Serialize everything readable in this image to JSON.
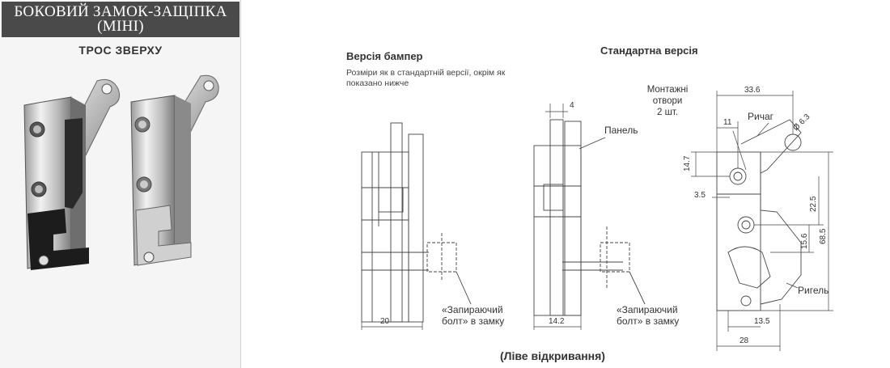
{
  "product": {
    "title_line1": "БОКОВИЙ ЗАМОК-ЗАЩІПКА",
    "title_line2": "(МІНІ)",
    "subtitle": "ТРОС ЗВЕРХУ"
  },
  "drawing": {
    "bumper_heading": "Версія бампер",
    "bumper_note": "Розміри як в стандартній версії, окрім як показано нижче",
    "standard_heading": "Стандартна версія",
    "bolt_caption_line1": "«Запираючий",
    "bolt_caption_line2": "болт» в замку",
    "footer": "(Ліве відкривання)",
    "labels": {
      "panel": "Панель",
      "mount_line1": "Монтажні",
      "mount_line2": "отвори",
      "mount_line3": "2 шт.",
      "lever": "Ричаг",
      "latch": "Ригель"
    },
    "dimensions": {
      "d20": "20",
      "d14_2": "14.2",
      "d4": "4",
      "d33_6": "33.6",
      "d11": "11",
      "d6_3": "Ø 6.3",
      "d14_7": "14.7",
      "d3_5": "3.5",
      "d22_5": "22.5",
      "d15_6": "15.6",
      "d68_5": "68.5",
      "d13_5": "13.5",
      "d28": "28"
    }
  }
}
